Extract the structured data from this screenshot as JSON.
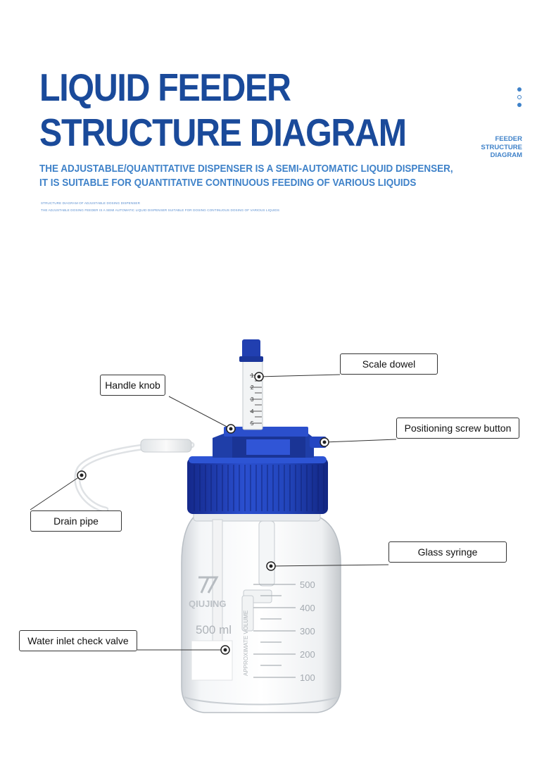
{
  "header": {
    "title_line1": "LIQUID FEEDER",
    "title_line2": "STRUCTURE DIAGRAM",
    "subtitle_line1": "THE ADJUSTABLE/QUANTITATIVE DISPENSER IS A SEMI-AUTOMATIC LIQUID DISPENSER,",
    "subtitle_line2": "IT IS SUITABLE FOR QUANTITATIVE CONTINUOUS FEEDING OF VARIOUS LIQUIDS",
    "tiny_line1": "STRUCTURE DIAGRAM OF ADJUSTABLE DOSING DISPENSER",
    "tiny_line2": "THE ADJUSTABLE DOSING FEEDER IS A SEMI AUTOMATIC LIQUID DISPENSER SUITABLE FOR DOSING CONTINUOUS DOSING OF VARIOUS LIQUIDS"
  },
  "side": {
    "line1": "FEEDER",
    "line2": "STRUCTURE",
    "line3": "DIAGRAM"
  },
  "labels": {
    "scale_dowel": "Scale dowel",
    "handle_knob": "Handle knob",
    "positioning_screw_button": "Positioning screw button",
    "drain_pipe": "Drain pipe",
    "glass_syringe": "Glass syringe",
    "water_inlet_check_valve": "Water inlet check valve"
  },
  "bottle": {
    "brand": "QIUJING",
    "capacity": "500 ml",
    "approx": "APPROXIMATE VOLUME",
    "grad": [
      "500",
      "400",
      "300",
      "200",
      "100"
    ],
    "syringe_scale": [
      "1",
      "2",
      "3",
      "4",
      "5"
    ]
  },
  "colors": {
    "title": "#1a4a9a",
    "accent": "#3f82c9",
    "cap_blue": "#1f3ea8"
  }
}
